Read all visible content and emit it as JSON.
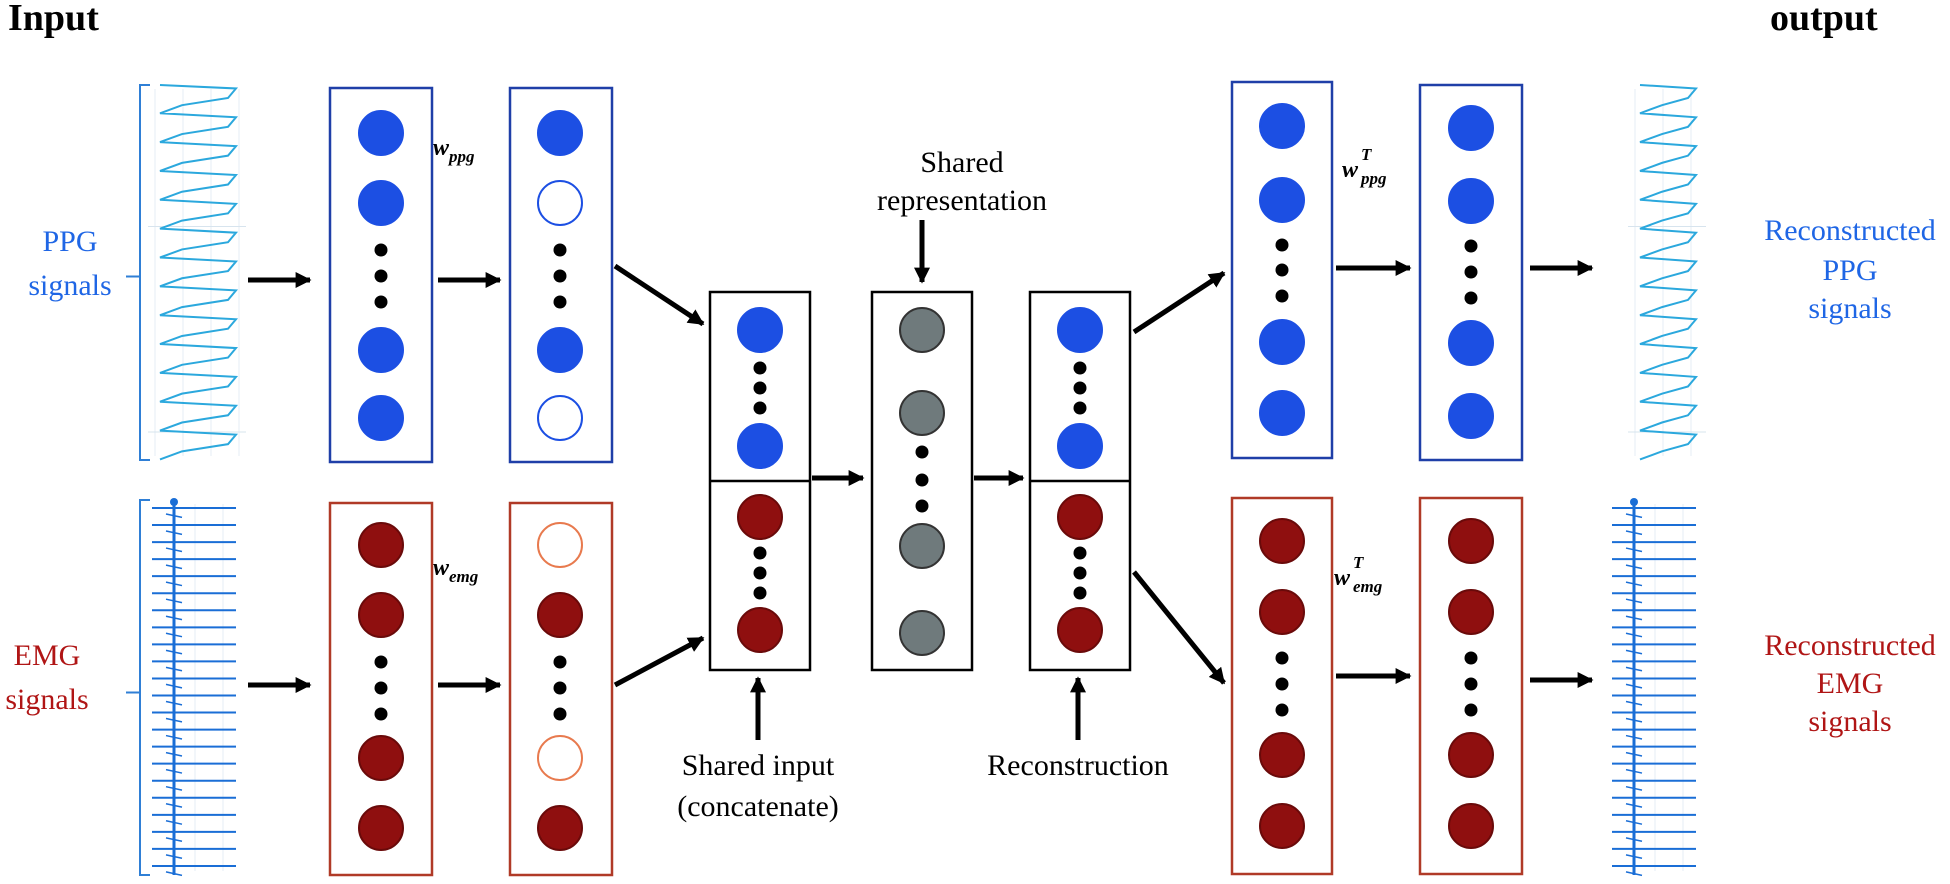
{
  "colors": {
    "ppg_text": "#1f66e5",
    "emg_text": "#b01515",
    "blue_node": "#1c4fe3",
    "red_node": "#8f0f0f",
    "gray_node": "#6f7a7c",
    "blue_border": "#1f3fa8",
    "red_border": "#b03a27",
    "signal_ppg": "#2ba8dd",
    "signal_emg": "#1a6ed6"
  },
  "labels": {
    "input": "Input",
    "output": "output",
    "ppg_signals_line1": "PPG",
    "ppg_signals_line2": "signals",
    "emg_signals_line1": "EMG",
    "emg_signals_line2": "signals",
    "recon_ppg_line1": "Reconstructed",
    "recon_ppg_line2": "PPG",
    "recon_ppg_line3": "signals",
    "recon_emg_line1": "Reconstructed",
    "recon_emg_line2": "EMG",
    "recon_emg_line3": "signals",
    "shared_rep_line1": "Shared",
    "shared_rep_line2": "representation",
    "shared_input_line1": "Shared input",
    "shared_input_line2": "(concatenate)",
    "reconstruction": "Reconstruction"
  },
  "weights": {
    "ppg": {
      "base": "w",
      "sub": "ppg"
    },
    "emg": {
      "base": "w",
      "sub": "emg"
    },
    "ppg_t": {
      "base": "w",
      "sub": "ppg",
      "sup": "T"
    },
    "emg_t": {
      "base": "w",
      "sub": "emg",
      "sup": "T"
    }
  }
}
